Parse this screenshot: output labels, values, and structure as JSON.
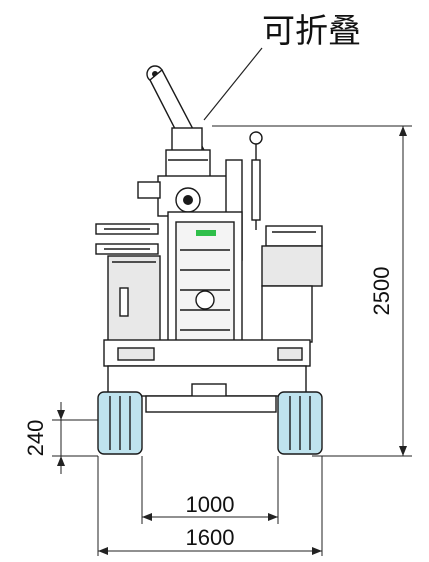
{
  "annotation": {
    "text": "可折叠"
  },
  "dimensions": {
    "overall_height": "2500",
    "track_height": "240",
    "track_inner_width": "1000",
    "overall_width": "1600"
  },
  "colors": {
    "line": "#1a1a1a",
    "track_tint": "#bfe3ee",
    "panel": "#e8e8e8",
    "indicator": "#2fbf4a"
  }
}
